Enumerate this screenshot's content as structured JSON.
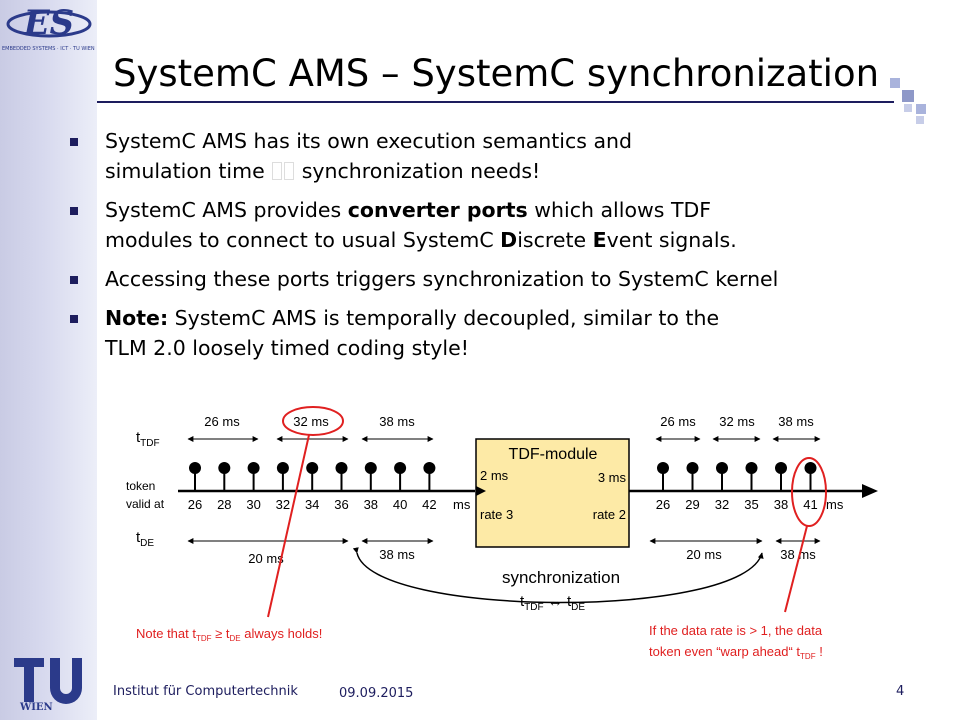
{
  "slide": {
    "title": "SystemC AMS – SystemC synchronization",
    "bullets": [
      {
        "parts": [
          {
            "t": "SystemC AMS has its own execution semantics and"
          }
        ],
        "parts2": [
          {
            "t": "simulation time "
          },
          {
            "glyph": true
          },
          {
            "t": " synchronization needs!"
          }
        ]
      },
      {
        "parts": [
          {
            "t": "SystemC AMS provides "
          },
          {
            "t": "converter ports",
            "b": true
          },
          {
            "t": " which allows TDF"
          }
        ],
        "parts2": [
          {
            "t": "modules to connect to usual SystemC "
          },
          {
            "t": "D",
            "b": true
          },
          {
            "t": "iscrete "
          },
          {
            "t": "E",
            "b": true
          },
          {
            "t": "vent signals."
          }
        ]
      },
      {
        "parts": [
          {
            "t": "Accessing these ports triggers synchronization to SystemC kernel"
          }
        ],
        "parts2": []
      },
      {
        "parts": [
          {
            "t": "Note:",
            "b": true
          },
          {
            "t": " SystemC AMS is temporally decoupled, similar to the"
          }
        ],
        "parts2": [
          {
            "t": "TLM 2.0 loosely timed coding style!"
          }
        ]
      }
    ]
  },
  "logos": {
    "es_text": "EMBEDDED SYSTEMS · ICT · TU WIEN",
    "tu_text": "WIEN"
  },
  "diagram": {
    "label_ttdf": "t",
    "label_ttdf_sub": "TDF",
    "label_tde": "t",
    "label_tde_sub": "DE",
    "token_label_1": "token",
    "token_label_2": "valid at",
    "left_spans": [
      "26 ms",
      "32 ms",
      "38 ms"
    ],
    "left_values": [
      "26",
      "28",
      "30",
      "32",
      "34",
      "36",
      "38",
      "40",
      "42"
    ],
    "left_unit": "ms",
    "left_de_spans": [
      "20 ms",
      "38 ms"
    ],
    "module_title": "TDF-module",
    "module_in_delay": "2 ms",
    "module_out_delay": "3 ms",
    "module_in_rate": "rate 3",
    "module_out_rate": "rate 2",
    "right_spans": [
      "26 ms",
      "32 ms",
      "38 ms"
    ],
    "right_values": [
      "26",
      "29",
      "32",
      "35",
      "38",
      "41"
    ],
    "right_unit": "ms",
    "right_de_spans": [
      "20 ms",
      "38 ms"
    ],
    "sync_label": "synchronization",
    "sync_formula_t1": "t",
    "sync_formula_s1": "TDF",
    "sync_formula_arrow": " ↔ t",
    "sync_formula_s2": "DE",
    "note_left_1": "Note that t",
    "note_left_sub1": "TDF",
    "note_left_2": " ≥ t",
    "note_left_sub2": "DE",
    "note_left_3": " always holds!",
    "note_right_line1": "If the data rate is > 1, the data",
    "note_right_2a": "token even “warp ahead“ t",
    "note_right_sub": "TDF",
    "note_right_2b": " !"
  },
  "footer": {
    "institute": "Institut für Computertechnik",
    "date": "09.09.2015",
    "page": "4"
  },
  "colors": {
    "accent": "#1d1d5e",
    "module_fill": "#fdeaa6",
    "annotation_red": "#e02020",
    "sidebar": "#d7d9ee"
  }
}
